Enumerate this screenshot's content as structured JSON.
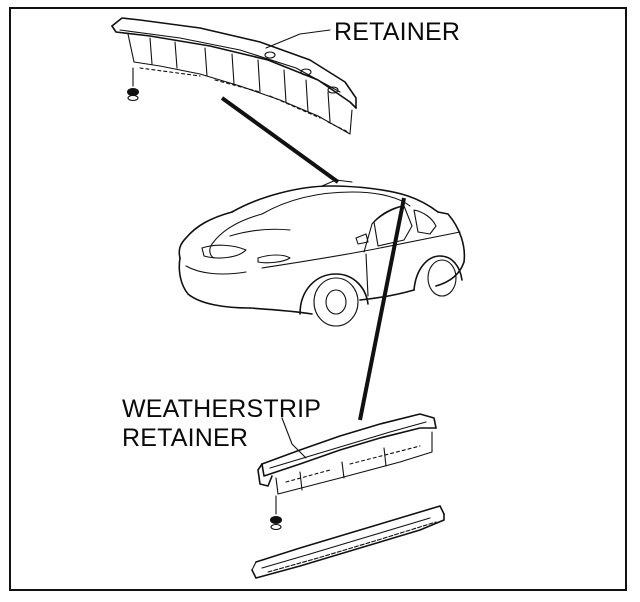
{
  "labels": {
    "retainer": "RETAINER",
    "weatherstrip_line1": "WEATHERSTRIP",
    "weatherstrip_line2": "RETAINER"
  },
  "colors": {
    "ink": "#111111",
    "paper": "#ffffff"
  }
}
